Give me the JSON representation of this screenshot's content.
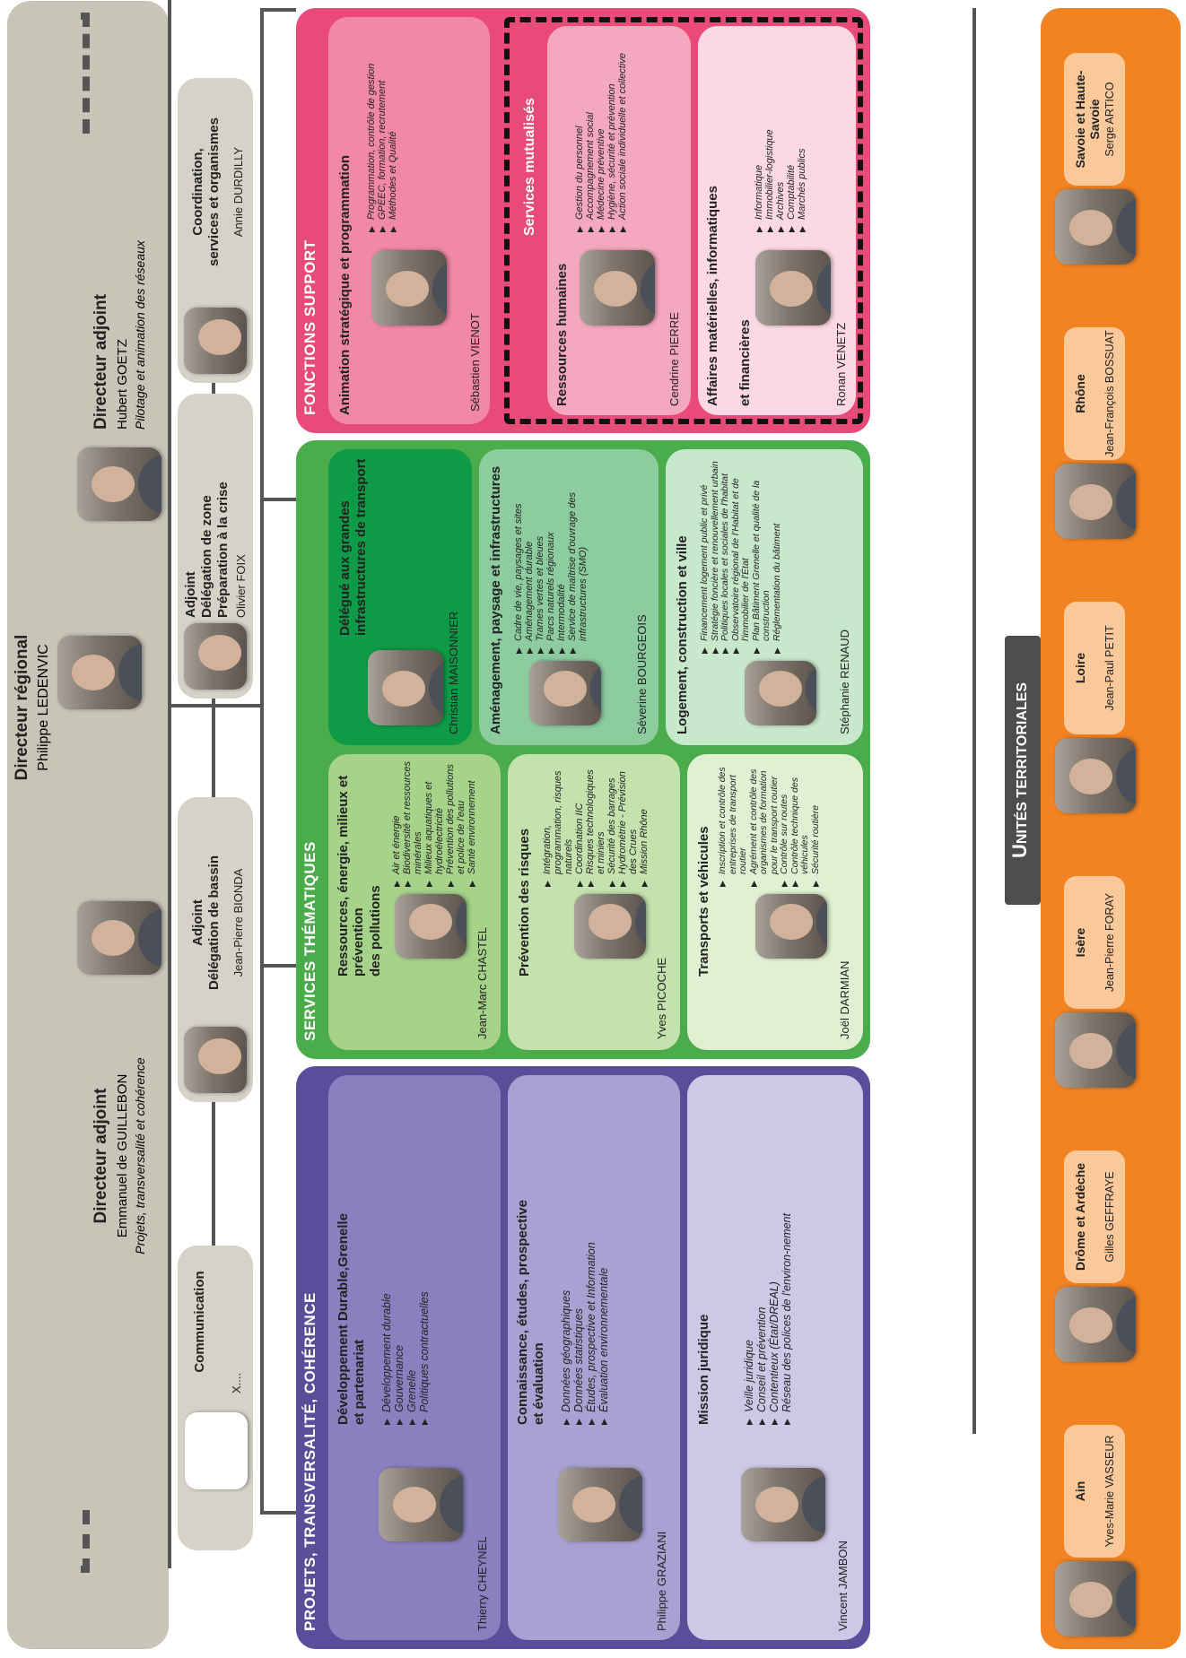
{
  "direction": {
    "regional": {
      "title": "Directeur régional",
      "name": "Philippe LEDENVIC"
    },
    "adjoint_left": {
      "title": "Directeur adjoint",
      "name": "Emmanuel de GUILLEBON",
      "subtitle": "Projets, transversalité et cohérence"
    },
    "adjoint_right": {
      "title": "Directeur adjoint",
      "name": "Hubert GOETZ",
      "subtitle": "Pilotage et animation des réseaux"
    }
  },
  "staff": {
    "communication": {
      "title": "Communication",
      "name": "X...."
    },
    "bassin": {
      "title_line1": "Adjoint",
      "title_line2": "Délégation de bassin",
      "name": "Jean-Pierre BIONDA"
    },
    "zone": {
      "title_line1": "Adjoint",
      "title_line2": "Délégation de zone",
      "title_line3": "Préparation à la crise",
      "name": "Olivier FOIX"
    },
    "coordination": {
      "title_line1": "Coordination,",
      "title_line2": "services et organismes",
      "name": "Annie DURDILLY"
    }
  },
  "projets": {
    "header": "PROJETS, TRANSVERSALITÉ, COHÉRENCE",
    "units": [
      {
        "title_line1": "Développement Durable,Grenelle",
        "title_line2": "et partenariat",
        "items": [
          "Développement durable",
          "Gouvernance",
          "Grenelle",
          "Politiques contractuelles"
        ],
        "name": "Thierry CHEYNEL"
      },
      {
        "title_line1": "Connaissance, études, prospective",
        "title_line2": "et évaluation",
        "items": [
          "Données géographiques",
          "Données statistiques",
          "Études, prospective et Information",
          "Évaluation environnementale"
        ],
        "name": "Philippe GRAZIANI"
      },
      {
        "title_line1": "Mission juridique",
        "title_line2": "",
        "items": [
          "Veille juridique",
          "Conseil et prévention",
          "Contentieux (État/DREAL)",
          "Réseau des polices de l'environ-nement"
        ],
        "name": "Vincent JAMBON"
      }
    ]
  },
  "services": {
    "header": "SERVICES  THÉMATIQUES",
    "left": [
      {
        "title_line1": "Ressources, énergie, milieux  et prévention",
        "title_line2": "des pollutions",
        "items": [
          "Air et énergie",
          "Biodiversité et ressources minérales",
          "Milieux aquatiques et hydroélectricité",
          "Prévention des pollutions et police de l'eau",
          "Santé environnement"
        ],
        "name": "Jean-Marc CHASTEL"
      },
      {
        "title_line1": "Prévention des risques",
        "title_line2": "",
        "items": [
          "Intégration, programmation, risques naturels",
          "Coordination IIC",
          "Risques technologiques et miniers",
          "Sécurité des barrages",
          "Hydrométrie - Prévision des Crues",
          "Mission Rhône"
        ],
        "name": "Yves PICOCHE"
      },
      {
        "title_line1": "Transports et véhicules",
        "title_line2": "",
        "items": [
          "Inscription et contrôle des entreprises de transport routier",
          "Agrément et contrôle des organismes de formation pour le transport routier",
          "Contrôle sur routes",
          "Contrôle technique des véhicules",
          "Sécurité routière"
        ],
        "name": "Joël DARMIAN"
      }
    ],
    "right": [
      {
        "title_line1": "Délégué aux grandes",
        "title_line2": "infrastructures de transport",
        "items": [],
        "name": "Christian MAISONNIER"
      },
      {
        "title_line1": "Aménagement, paysage et infrastructures",
        "title_line2": "",
        "items": [
          "Cadre de vie, paysages et sites",
          "Aménagement durable",
          "Trames vertes et bleues",
          "Parcs naturels régionaux",
          "Intermodalité",
          "Service de maîtrise d'ouvrage des infrastructures (SMO)"
        ],
        "name": "Séverine BOURGEOIS"
      },
      {
        "title_line1": "Logement, construction et ville",
        "title_line2": "",
        "items": [
          "Financement logement public et privé",
          "Stratégie foncière et renouvellement urbain",
          "Politiques locales et sociales de l'habitat",
          "Observatoire régional de l'Habitat et de l'immobilier de l'État",
          "Plan Bâtiment Grenelle et qualité de la construction",
          "Réglementation du bâtiment"
        ],
        "name": "Stéphanie RENAUD"
      }
    ]
  },
  "support": {
    "header": "FONCTIONS SUPPORT",
    "mutualises": "Services mutualisés",
    "units": [
      {
        "title_line1": "Animation stratégique et programmation",
        "title_line2": "",
        "items": [
          "Programmation, contrôle de gestion",
          "GPEEC, formation, recrutement",
          "Méthodes et Qualité"
        ],
        "name": "Sébastien VIENOT"
      },
      {
        "title_line1": "Ressources humaines",
        "title_line2": "",
        "items": [
          "Gestion du personnel",
          "Accompagnement social",
          "Médecine préventive",
          "Hygiène, sécurité et prévention",
          "Action sociale individuelle et collective"
        ],
        "name": "Cendrine PIERRE"
      },
      {
        "title_line1": "Affaires matérielles, informatiques",
        "title_line2": "et financières",
        "items": [
          "Informatique",
          "Immobilier-logistique",
          "Archives",
          "Comptabilité",
          "Marchés publics"
        ],
        "name": "Ronan VENETZ"
      }
    ]
  },
  "territoriales": {
    "header": "UNITÉS TERRITORIALES",
    "header_cap": "U",
    "header_rest": "NITÉS TERRITORIALES",
    "units": [
      {
        "dept": "Ain",
        "name": "Yves-Marie VASSEUR"
      },
      {
        "dept": "Drôme et Ardèche",
        "name": "Gilles GEFFRAYE"
      },
      {
        "dept": "Isère",
        "name": "Jean-Pierre FORAY"
      },
      {
        "dept": "Loire",
        "name": "Jean-Paul PETIT"
      },
      {
        "dept": "Rhône",
        "name": "Jean-François BOSSUAT"
      },
      {
        "dept": "Savoie et Haute-Savoie",
        "name": "Serge ARTICO"
      }
    ]
  },
  "colors": {
    "direction": "#c8c4b8",
    "projets": "#5a4e9a",
    "services": "#4aac4a",
    "support": "#e84a7a",
    "territoriales": "#f28322"
  }
}
